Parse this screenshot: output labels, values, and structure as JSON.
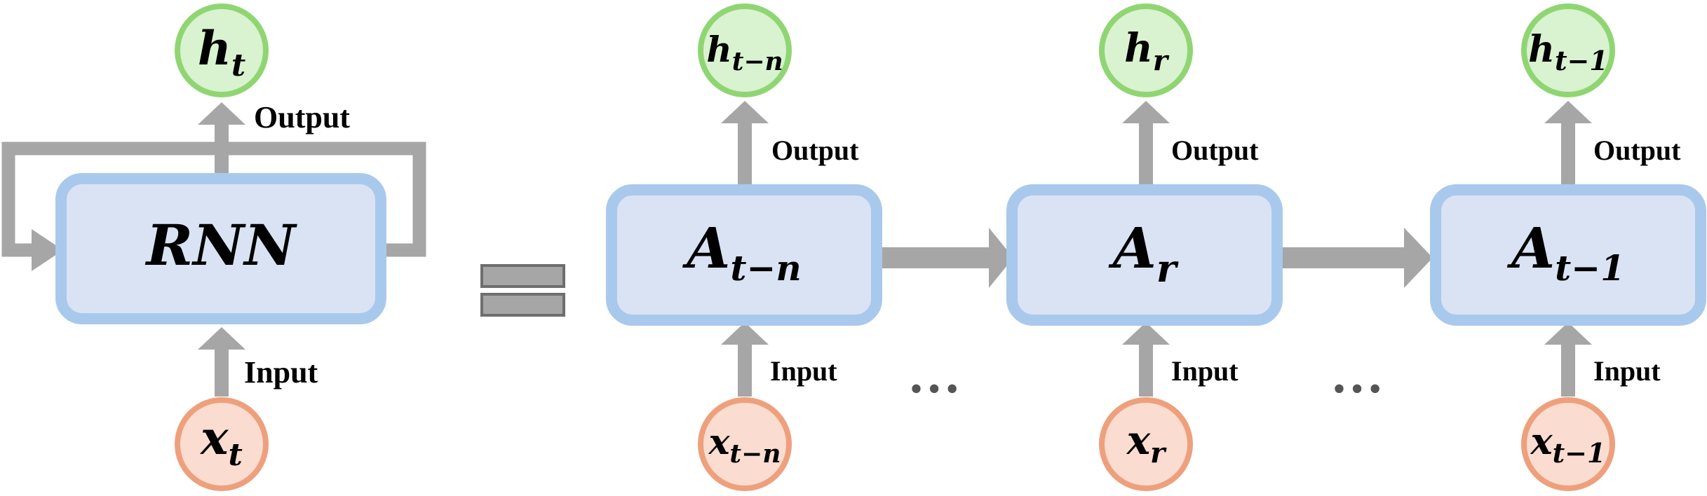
{
  "colors": {
    "arrow": "#a6a6a6",
    "box_fill": "#dae3f3",
    "box_stroke": "#a9c9ec",
    "output_fill": "#d9f2d0",
    "output_stroke": "#8fd673",
    "input_fill": "#fadcd0",
    "input_stroke": "#eea07c"
  },
  "folded": {
    "cell": {
      "main": "RNN",
      "sub": ""
    },
    "output": {
      "main": "h",
      "sub": "t"
    },
    "input": {
      "main": "x",
      "sub": "t"
    },
    "output_label": "Output",
    "input_label": "Input"
  },
  "unfolded": [
    {
      "cell": {
        "main": "A",
        "sub": "t−n"
      },
      "output": {
        "main": "h",
        "sub": "t−n"
      },
      "input": {
        "main": "x",
        "sub": "t−n"
      },
      "output_label": "Output",
      "input_label": "Input"
    },
    {
      "cell": {
        "main": "A",
        "sub": "r"
      },
      "output": {
        "main": "h",
        "sub": "r"
      },
      "input": {
        "main": "x",
        "sub": "r"
      },
      "output_label": "Output",
      "input_label": "Input"
    },
    {
      "cell": {
        "main": "A",
        "sub": "t−1"
      },
      "output": {
        "main": "h",
        "sub": "t−1"
      },
      "input": {
        "main": "x",
        "sub": "t−1"
      },
      "output_label": "Output",
      "input_label": "Input"
    }
  ],
  "ellipsis": [
    "…",
    "…"
  ]
}
